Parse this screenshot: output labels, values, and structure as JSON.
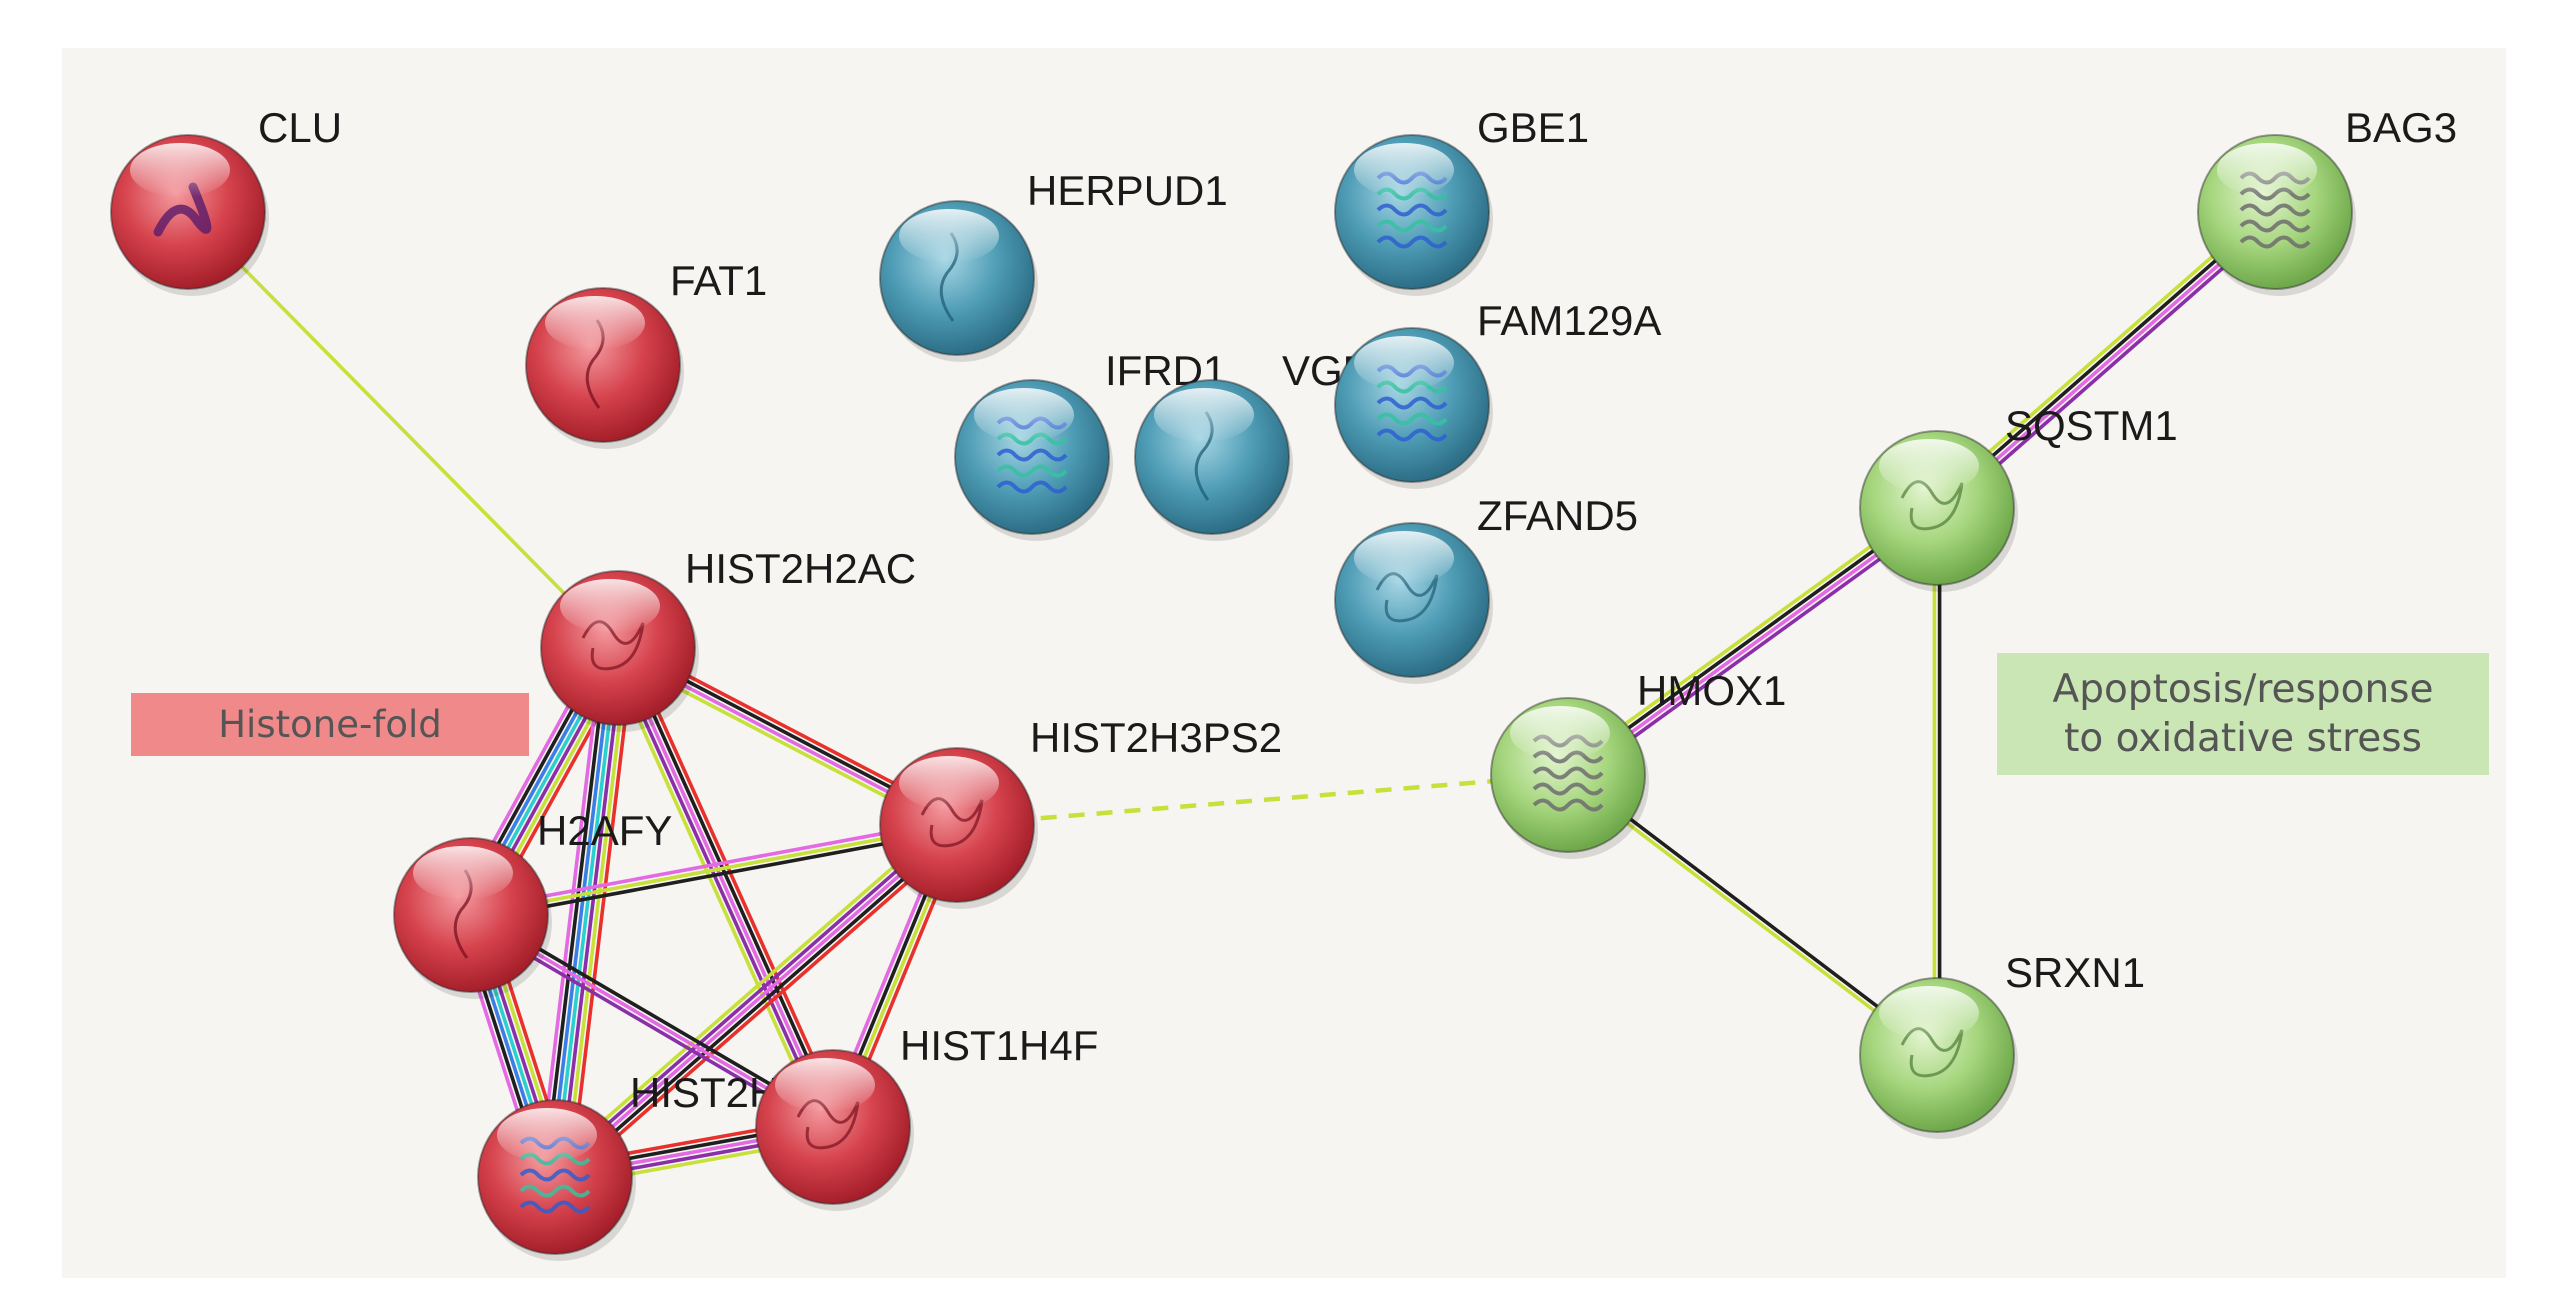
{
  "colors": {
    "red": "#d33f49",
    "blue": "#4e9fb8",
    "green": "#a3d57a",
    "evidence": [
      "#e8312c",
      "#8b2fa8",
      "#e36ae3",
      "#1f1f1f",
      "#c7e03a",
      "#3a7fe6",
      "#2ccfcf"
    ]
  },
  "clusters": [
    {
      "id": "histone",
      "label": "Histone-fold",
      "bg": "#f08a8a"
    },
    {
      "id": "apoptosis",
      "label": "Apoptosis/response\nto oxidative stress",
      "bg": "#c9e6b4"
    }
  ],
  "nodes": [
    {
      "id": "CLU",
      "label": "CLU",
      "group": "red",
      "structure": "coil"
    },
    {
      "id": "FAT1",
      "label": "FAT1",
      "group": "red",
      "structure": "fibre"
    },
    {
      "id": "HIST2H2AC",
      "label": "HIST2H2AC",
      "group": "red",
      "structure": "fold"
    },
    {
      "id": "HIST2H3PS2",
      "label": "HIST2H3PS2",
      "group": "red",
      "structure": "fold"
    },
    {
      "id": "H2AFY",
      "label": "H2AFY",
      "group": "red",
      "structure": "fibre"
    },
    {
      "id": "HIST2H2BE",
      "label": "HIST2H2BE",
      "group": "red",
      "structure": "helix"
    },
    {
      "id": "HIST1H4F",
      "label": "HIST1H4F",
      "group": "red",
      "structure": "fold"
    },
    {
      "id": "HERPUD1",
      "label": "HERPUD1",
      "group": "blue",
      "structure": "fibre"
    },
    {
      "id": "GBE1",
      "label": "GBE1",
      "group": "blue",
      "structure": "helix"
    },
    {
      "id": "IFRD1",
      "label": "IFRD1",
      "group": "blue",
      "structure": "helix"
    },
    {
      "id": "VGF",
      "label": "VGF",
      "group": "blue",
      "structure": "fibre"
    },
    {
      "id": "FAM129A",
      "label": "FAM129A",
      "group": "blue",
      "structure": "helix"
    },
    {
      "id": "ZFAND5",
      "label": "ZFAND5",
      "group": "blue",
      "structure": "fold"
    },
    {
      "id": "BAG3",
      "label": "BAG3",
      "group": "green",
      "structure": "helix"
    },
    {
      "id": "SQSTM1",
      "label": "SQSTM1",
      "group": "green",
      "structure": "fold"
    },
    {
      "id": "HMOX1",
      "label": "HMOX1",
      "group": "green",
      "structure": "helix"
    },
    {
      "id": "SRXN1",
      "label": "SRXN1",
      "group": "green",
      "structure": "fold"
    }
  ],
  "edges": [
    {
      "from": "CLU",
      "to": "HIST2H2AC",
      "evidence": [
        4
      ]
    },
    {
      "from": "HIST2H2AC",
      "to": "HIST2H3PS2",
      "evidence": [
        0,
        3,
        2,
        4
      ]
    },
    {
      "from": "HIST2H2AC",
      "to": "H2AFY",
      "evidence": [
        0,
        4,
        1,
        6,
        5,
        3,
        2
      ]
    },
    {
      "from": "HIST2H2AC",
      "to": "HIST2H2BE",
      "evidence": [
        0,
        4,
        1,
        6,
        5,
        3,
        2
      ]
    },
    {
      "from": "HIST2H2AC",
      "to": "HIST1H4F",
      "evidence": [
        0,
        3,
        2,
        1,
        4
      ]
    },
    {
      "from": "HIST2H3PS2",
      "to": "H2AFY",
      "evidence": [
        3,
        4,
        2
      ]
    },
    {
      "from": "HIST2H3PS2",
      "to": "HIST2H2BE",
      "evidence": [
        0,
        3,
        2,
        1,
        4
      ]
    },
    {
      "from": "HIST2H3PS2",
      "to": "HIST1H4F",
      "evidence": [
        0,
        4,
        3,
        2
      ]
    },
    {
      "from": "H2AFY",
      "to": "HIST2H2BE",
      "evidence": [
        0,
        4,
        1,
        6,
        5,
        3,
        2
      ]
    },
    {
      "from": "H2AFY",
      "to": "HIST1H4F",
      "evidence": [
        3,
        2,
        1
      ]
    },
    {
      "from": "HIST2H2BE",
      "to": "HIST1H4F",
      "evidence": [
        0,
        3,
        2,
        1,
        4
      ]
    },
    {
      "from": "HIST2H3PS2",
      "to": "HMOX1",
      "evidence": [
        4
      ],
      "dashed": true
    },
    {
      "from": "HMOX1",
      "to": "SQSTM1",
      "evidence": [
        4,
        3,
        2,
        1
      ]
    },
    {
      "from": "SQSTM1",
      "to": "BAG3",
      "evidence": [
        4,
        3,
        2,
        1
      ]
    },
    {
      "from": "HMOX1",
      "to": "SRXN1",
      "evidence": [
        3,
        4
      ]
    },
    {
      "from": "SQSTM1",
      "to": "SRXN1",
      "evidence": [
        3,
        4
      ]
    }
  ]
}
